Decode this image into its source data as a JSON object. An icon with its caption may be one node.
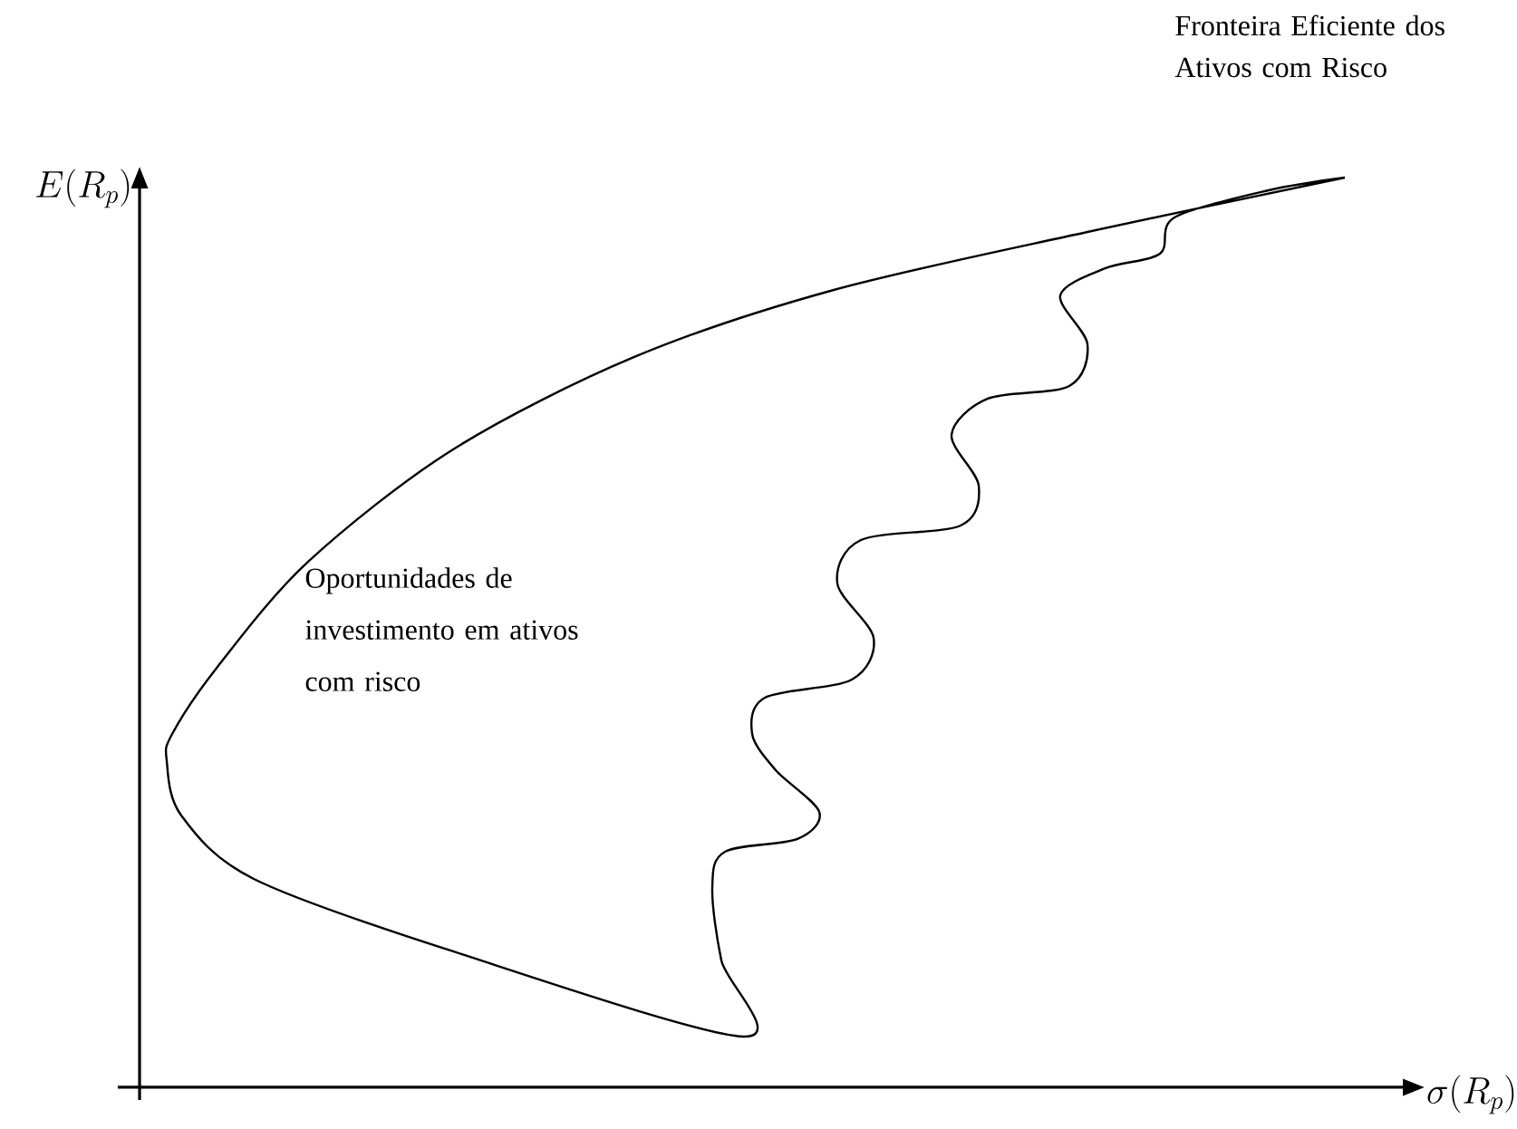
{
  "diagram": {
    "nodes": [
      {
        "text": [
          "Oportunidades de investimento em ativos com risco"
        ]
      }
    ],
    "edges": [],
    "labels": [
      "Fronteira Eficiente dos Ativos com Risco",
      "E(R_p)",
      "\\sigma(R_p)"
    ]
  }
}
